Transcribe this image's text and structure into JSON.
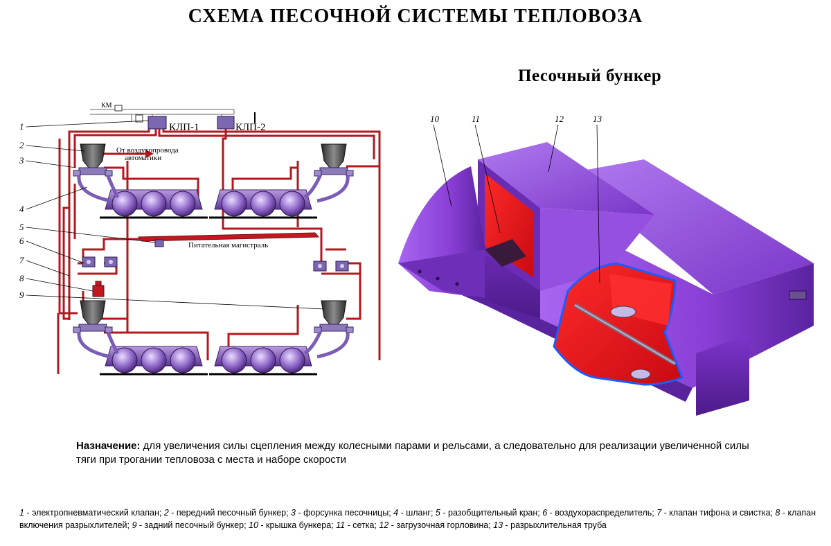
{
  "title": "СХЕМА ПЕСОЧНОЙ СИСТЕМЫ ТЕПЛОВОЗА",
  "subtitle": "Песочный бункер",
  "schematic": {
    "km_label": "КМ",
    "klp1_label": "КЛП-1",
    "klp2_label": "КЛП-2",
    "air_source_line1": "От воздухопровода",
    "air_source_line2": "автоматики",
    "main_line_label": "Питательная магистраль",
    "callouts": [
      "1",
      "2",
      "3",
      "4",
      "5",
      "6",
      "7",
      "8",
      "9"
    ]
  },
  "bunker_callouts": [
    "10",
    "11",
    "12",
    "13"
  ],
  "purpose": {
    "label": "Назначение:",
    "text": " для увеличения силы сцепления между колесными парами и рельсами, а следовательно для реализации увеличенной силы тяги при трогании тепловоза с места и наборе скорости"
  },
  "legend": [
    {
      "num": "1",
      "text": " - электропневматический клапан; "
    },
    {
      "num": "2",
      "text": " - передний песочный бункер; "
    },
    {
      "num": "3",
      "text": " - форсунка песочницы; "
    },
    {
      "num": "4",
      "text": " - шланг; "
    },
    {
      "num": "5",
      "text": " - разобщительный кран; "
    },
    {
      "num": "6",
      "text": " - воздухораспределитель; "
    },
    {
      "num": "7",
      "text": " - клапан тифона и свистка; "
    },
    {
      "num": "8",
      "text": " - клапан включения разрыхлителей; "
    },
    {
      "num": "9",
      "text": " - задний песочный бункер; "
    },
    {
      "num": "10",
      "text": " - крышка бункера; "
    },
    {
      "num": "11",
      "text": " - сетка; "
    },
    {
      "num": "12",
      "text": " - загрузочная горловина; "
    },
    {
      "num": "13",
      "text": " - разрыхлительная труба"
    }
  ],
  "colors": {
    "pipe": "#b3181e",
    "bogie": "#7a4fb0",
    "bunker_body": "#8a3fd6",
    "bunker_interior": "#e8101a"
  }
}
